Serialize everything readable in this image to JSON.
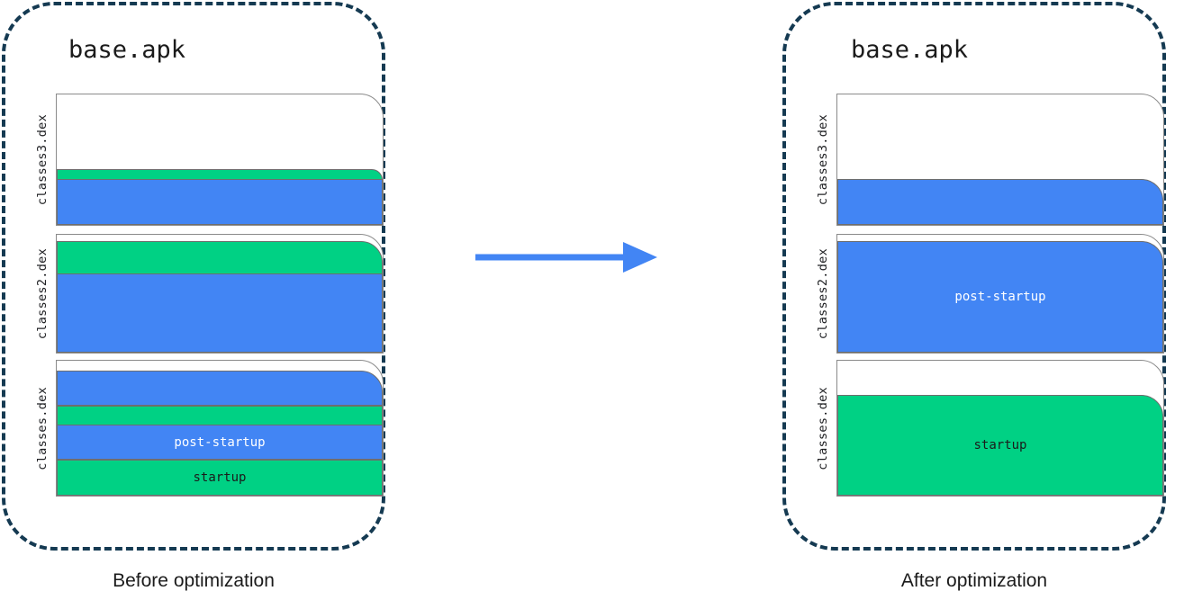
{
  "diagram": {
    "type": "before-after-comparison",
    "accent_blue": "#4285f4",
    "accent_green": "#00d184",
    "panel_border_color": "#153a52",
    "box_border_color": "#8a8a8a",
    "arrow": {
      "name": "right-arrow",
      "color": "#4285f4",
      "direction": "right"
    }
  },
  "before": {
    "title": "base.apk",
    "caption": "Before optimization",
    "dex_files": [
      {
        "label": "classes3.dex",
        "segments": [
          {
            "kind": "empty",
            "label": "",
            "pct": 57
          },
          {
            "kind": "green",
            "label": "",
            "pct": 8
          },
          {
            "kind": "blue",
            "label": "",
            "pct": 35
          }
        ]
      },
      {
        "label": "classes2.dex",
        "segments": [
          {
            "kind": "empty",
            "label": "",
            "pct": 5
          },
          {
            "kind": "green",
            "label": "",
            "pct": 28
          },
          {
            "kind": "blue",
            "label": "",
            "pct": 67
          }
        ]
      },
      {
        "label": "classes.dex",
        "segments": [
          {
            "kind": "empty",
            "label": "",
            "pct": 6
          },
          {
            "kind": "blue",
            "label": "",
            "pct": 26
          },
          {
            "kind": "green",
            "label": "",
            "pct": 15
          },
          {
            "kind": "blue",
            "label": "post-startup",
            "pct": 26
          },
          {
            "kind": "green",
            "label": "startup",
            "pct": 27
          }
        ]
      }
    ]
  },
  "after": {
    "title": "base.apk",
    "caption": "After optimization",
    "dex_files": [
      {
        "label": "classes3.dex",
        "segments": [
          {
            "kind": "empty",
            "label": "",
            "pct": 65
          },
          {
            "kind": "blue",
            "label": "",
            "pct": 35
          }
        ]
      },
      {
        "label": "classes2.dex",
        "segments": [
          {
            "kind": "empty",
            "label": "",
            "pct": 5
          },
          {
            "kind": "blue",
            "label": "post-startup",
            "pct": 95
          }
        ]
      },
      {
        "label": "classes.dex",
        "segments": [
          {
            "kind": "empty",
            "label": "",
            "pct": 25
          },
          {
            "kind": "green",
            "label": "startup",
            "pct": 75
          }
        ]
      }
    ]
  }
}
